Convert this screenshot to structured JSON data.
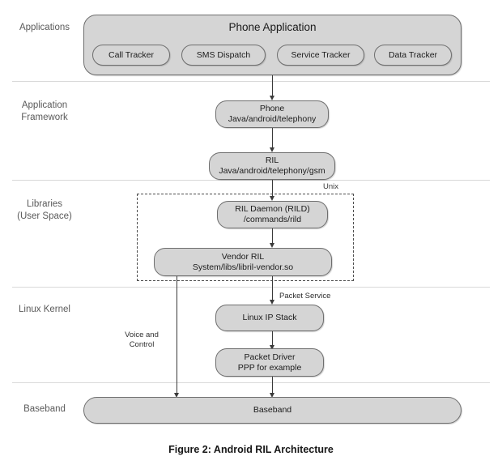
{
  "figure": {
    "caption": "Figure 2: Android RIL Architecture"
  },
  "layers": [
    {
      "label": "Applications"
    },
    {
      "label": "Application\nFramework"
    },
    {
      "label": "Libraries\n(User Space)"
    },
    {
      "label": "Linux Kernel"
    },
    {
      "label": "Baseband"
    }
  ],
  "applications": {
    "container_title": "Phone Application",
    "pills": [
      {
        "label": "Call Tracker"
      },
      {
        "label": "SMS Dispatch"
      },
      {
        "label": "Service Tracker"
      },
      {
        "label": "Data Tracker"
      }
    ]
  },
  "framework": {
    "phone": {
      "line1": "Phone",
      "line2": "Java/android/telephony"
    },
    "ril": {
      "line1": "RIL",
      "line2": "Java/android/telephony/gsm"
    }
  },
  "libraries": {
    "region_label": "Unix",
    "rild": {
      "line1": "RIL Daemon (RILD)",
      "line2": "/commands/rild"
    },
    "vendor_ril": {
      "line1": "Vendor RIL",
      "line2": "System/libs/libril-vendor.so"
    }
  },
  "kernel": {
    "ip_stack": {
      "line1": "Linux IP Stack",
      "line2": ""
    },
    "packet_driver": {
      "line1": "Packet Driver",
      "line2": "PPP for example"
    }
  },
  "baseband": {
    "label": "Baseband"
  },
  "edge_labels": {
    "packet_service": "Packet Service",
    "voice_and_control": "Voice and\nControl"
  },
  "colors": {
    "node_fill": "#d5d5d5",
    "node_stroke": "#6e6e6e",
    "divider": "#d9d9d9",
    "label_text": "#5a5a5a",
    "connector": "#3a3a3a"
  }
}
